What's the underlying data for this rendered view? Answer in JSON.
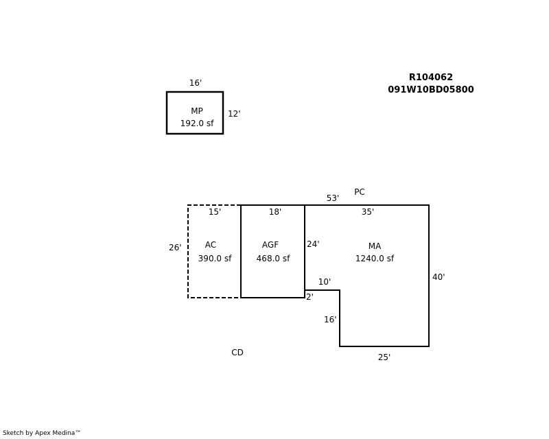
{
  "parcel": {
    "account_number": "R104062",
    "map_tax_lot": "091W10BD05800"
  },
  "areas": {
    "mp": {
      "code": "MP",
      "area": "192.0 sf",
      "width_label": "16'",
      "depth_label": "12'"
    },
    "ac": {
      "code": "AC",
      "area": "390.0 sf",
      "width_label": "15'",
      "depth_label": "26'"
    },
    "agf": {
      "code": "AGF",
      "area": "468.0 sf",
      "width_label": "18'",
      "depth_label": "24'"
    },
    "ma": {
      "code": "MA",
      "area": "1240.0 sf",
      "top_label": "35'",
      "right_label": "40'",
      "bottom_label": "25'",
      "notch_left_label": "16'",
      "notch_top_label": "10'",
      "step_label": "2'"
    }
  },
  "other_labels": {
    "pc": "PC",
    "overall_width": "53'",
    "cd": "CD"
  },
  "footer": {
    "credit": "Sketch by Apex Medina™"
  },
  "colors": {
    "line": "#000000",
    "background": "#ffffff"
  }
}
